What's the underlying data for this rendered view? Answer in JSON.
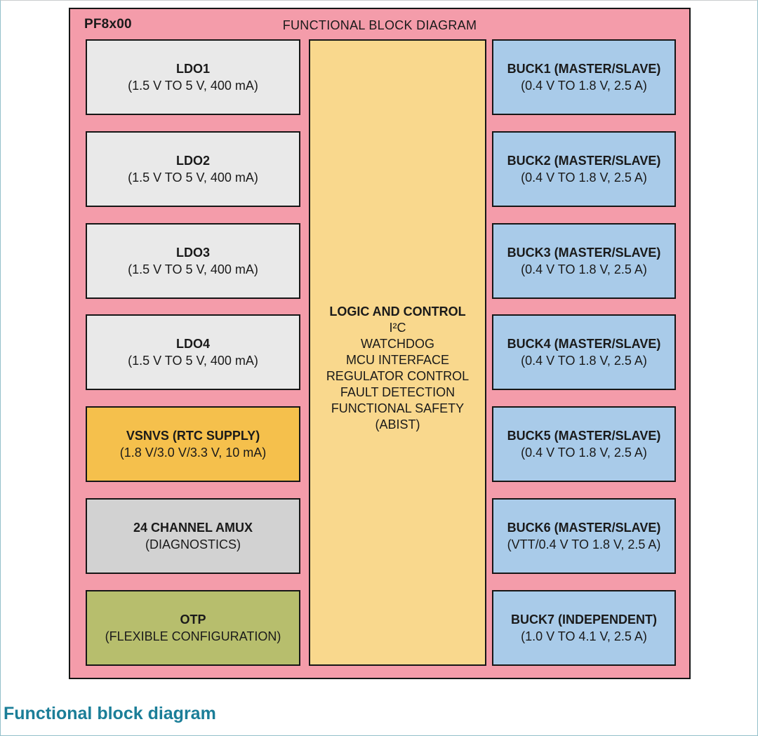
{
  "page": {
    "caption": "Functional block diagram"
  },
  "diagram": {
    "chip_name": "PF8x00",
    "title": "FUNCTIONAL BLOCK DIAGRAM",
    "colors": {
      "container_bg": "#F49CAA",
      "ldo_bg": "#E9E9E9",
      "vsnvs_bg": "#F5C04C",
      "amux_bg": "#D2D2D2",
      "otp_bg": "#B7BE6D",
      "logic_bg": "#F9D88D",
      "buck_bg": "#A9CBE9",
      "line": "#161616",
      "caption_color": "#1B7E98"
    },
    "left_column": [
      {
        "title": "LDO1",
        "subtitle": "(1.5 V TO 5 V, 400 mA)"
      },
      {
        "title": "LDO2",
        "subtitle": "(1.5 V TO 5 V, 400 mA)"
      },
      {
        "title": "LDO3",
        "subtitle": "(1.5 V TO 5 V, 400 mA)"
      },
      {
        "title": "LDO4",
        "subtitle": "(1.5 V TO 5 V, 400 mA)"
      },
      {
        "title": "VSNVS (RTC SUPPLY)",
        "subtitle": "(1.8 V/3.0 V/3.3 V, 10 mA)"
      },
      {
        "title": "24 CHANNEL AMUX",
        "subtitle": "(DIAGNOSTICS)"
      },
      {
        "title": "OTP",
        "subtitle": "(FLEXIBLE CONFIGURATION)"
      }
    ],
    "center_block": {
      "title": "LOGIC AND CONTROL",
      "lines": [
        "I²C",
        "WATCHDOG",
        "MCU INTERFACE",
        "REGULATOR CONTROL",
        "FAULT DETECTION",
        "FUNCTIONAL SAFETY",
        "(ABIST)"
      ]
    },
    "right_column": [
      {
        "title": "BUCK1 (MASTER/SLAVE)",
        "subtitle": "(0.4 V TO 1.8 V, 2.5 A)"
      },
      {
        "title": "BUCK2 (MASTER/SLAVE)",
        "subtitle": "(0.4 V TO 1.8 V, 2.5 A)"
      },
      {
        "title": "BUCK3 (MASTER/SLAVE)",
        "subtitle": "(0.4 V TO 1.8 V, 2.5 A)"
      },
      {
        "title": "BUCK4 (MASTER/SLAVE)",
        "subtitle": "(0.4 V TO 1.8 V, 2.5 A)"
      },
      {
        "title": "BUCK5 (MASTER/SLAVE)",
        "subtitle": "(0.4 V TO 1.8 V, 2.5 A)"
      },
      {
        "title": "BUCK6 (MASTER/SLAVE)",
        "subtitle": "(VTT/0.4 V TO 1.8 V, 2.5 A)"
      },
      {
        "title": "BUCK7 (INDEPENDENT)",
        "subtitle": "(1.0 V TO 4.1 V, 2.5 A)"
      }
    ]
  }
}
